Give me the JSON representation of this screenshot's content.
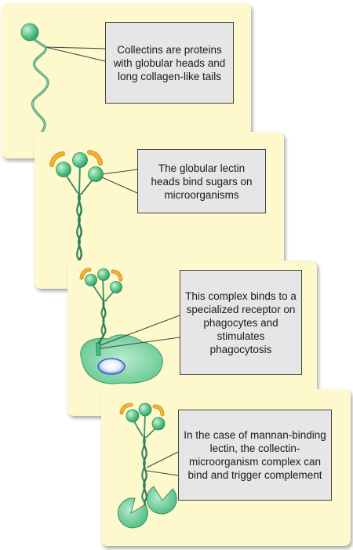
{
  "colors": {
    "panel_bg": "#fdf9cc",
    "callout_bg": "#e6e6e6",
    "lectin_green": "#5fc98f",
    "sugar_orange": "#f2b134",
    "phagocyte_green": "#7fd3a0",
    "nucleus_blue": "#3f6fd8"
  },
  "panels": [
    {
      "text": "Collectins are proteins with globular heads and long collagen-like tails"
    },
    {
      "text": "The globular lectin heads bind sugars on microorganisms"
    },
    {
      "text": "This complex binds to a specialized receptor on phagocytes and stimulates phagocytosis"
    },
    {
      "text": "In the case of mannan-binding lectin, the collectin-microorganism complex can bind and trigger complement"
    }
  ]
}
